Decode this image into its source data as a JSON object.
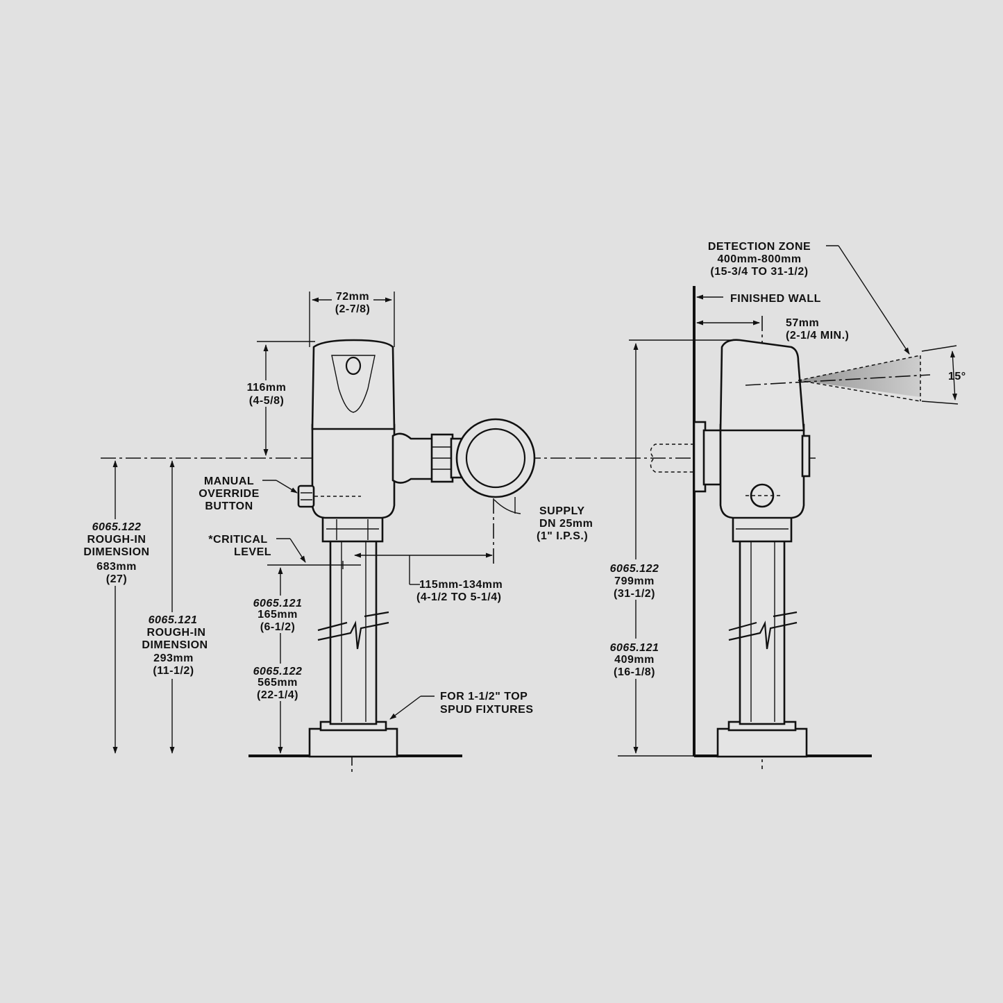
{
  "labels": {
    "width_mm": "72mm",
    "width_in": "(2-7/8)",
    "height_mm": "116mm",
    "height_in": "(4-5/8)",
    "override_1": "MANUAL",
    "override_2": "OVERRIDE",
    "override_3": "BUTTON",
    "supply_1": "SUPPLY",
    "supply_2": "DN 25mm",
    "supply_3": "(1\" I.P.S.)",
    "critical_1": "*CRITICAL",
    "critical_2": "LEVEL",
    "offset_mm": "115mm-134mm",
    "offset_in": "(4-1/2 TO 5-1/4)",
    "ri122_model": "6065.122",
    "ri122_1": "ROUGH-IN",
    "ri122_2": "DIMENSION",
    "ri122_mm": "683mm",
    "ri122_in": "(27)",
    "ri121_model": "6065.121",
    "ri121_1": "ROUGH-IN",
    "ri121_2": "DIMENSION",
    "ri121_mm": "293mm",
    "ri121_in": "(11-1/2)",
    "cl121_model": "6065.121",
    "cl121_mm": "165mm",
    "cl121_in": "(6-1/2)",
    "cl122_model": "6065.122",
    "cl122_mm": "565mm",
    "cl122_in": "(22-1/4)",
    "spud_1": "FOR 1-1/2\" TOP",
    "spud_2": "SPUD FIXTURES",
    "zone_1": "DETECTION ZONE",
    "zone_2": "400mm-800mm",
    "zone_3": "(15-3/4 TO 31-1/2)",
    "finished_wall": "FINISHED WALL",
    "wall_off_mm": "57mm",
    "wall_off_in": "(2-1/4 MIN.)",
    "angle": "15°",
    "side122_model": "6065.122",
    "side122_mm": "799mm",
    "side122_in": "(31-1/2)",
    "side121_model": "6065.121",
    "side121_mm": "409mm",
    "side121_in": "(16-1/8)"
  }
}
